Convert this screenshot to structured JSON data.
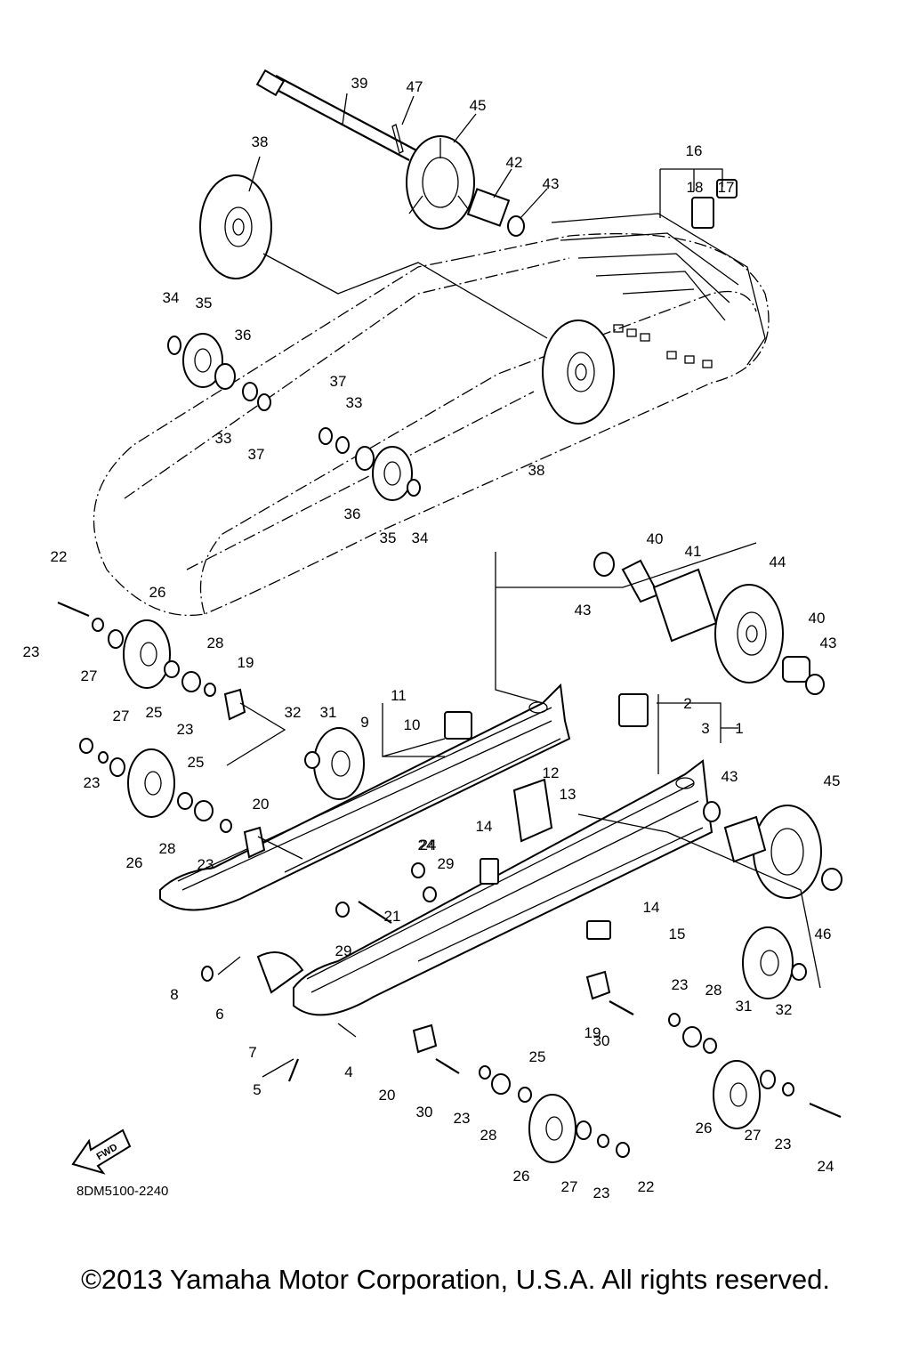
{
  "diagram": {
    "drawing_code": "8DM5100-2240",
    "fwd_label": "FWD",
    "copyright": "©2013 Yamaha Motor Corporation, U.S.A. All rights reserved.",
    "callouts": [
      "39",
      "47",
      "45",
      "42",
      "43",
      "16",
      "18",
      "17",
      "38",
      "34",
      "35",
      "36",
      "33",
      "37",
      "37",
      "33",
      "38",
      "36",
      "35",
      "34",
      "22",
      "26",
      "40",
      "41",
      "44",
      "23",
      "27",
      "28",
      "19",
      "40",
      "43",
      "25",
      "23",
      "43",
      "27",
      "32",
      "31",
      "11",
      "9",
      "10",
      "2",
      "3",
      "1",
      "24",
      "23",
      "25",
      "12",
      "13",
      "43",
      "45",
      "20",
      "14",
      "24",
      "29",
      "26",
      "28",
      "23",
      "21",
      "14",
      "15",
      "46",
      "29",
      "8",
      "6",
      "23",
      "28",
      "7",
      "19",
      "30",
      "31",
      "32",
      "4",
      "25",
      "5",
      "20",
      "30",
      "23",
      "28",
      "26",
      "27",
      "23",
      "22",
      "26",
      "27",
      "23",
      "24"
    ]
  }
}
